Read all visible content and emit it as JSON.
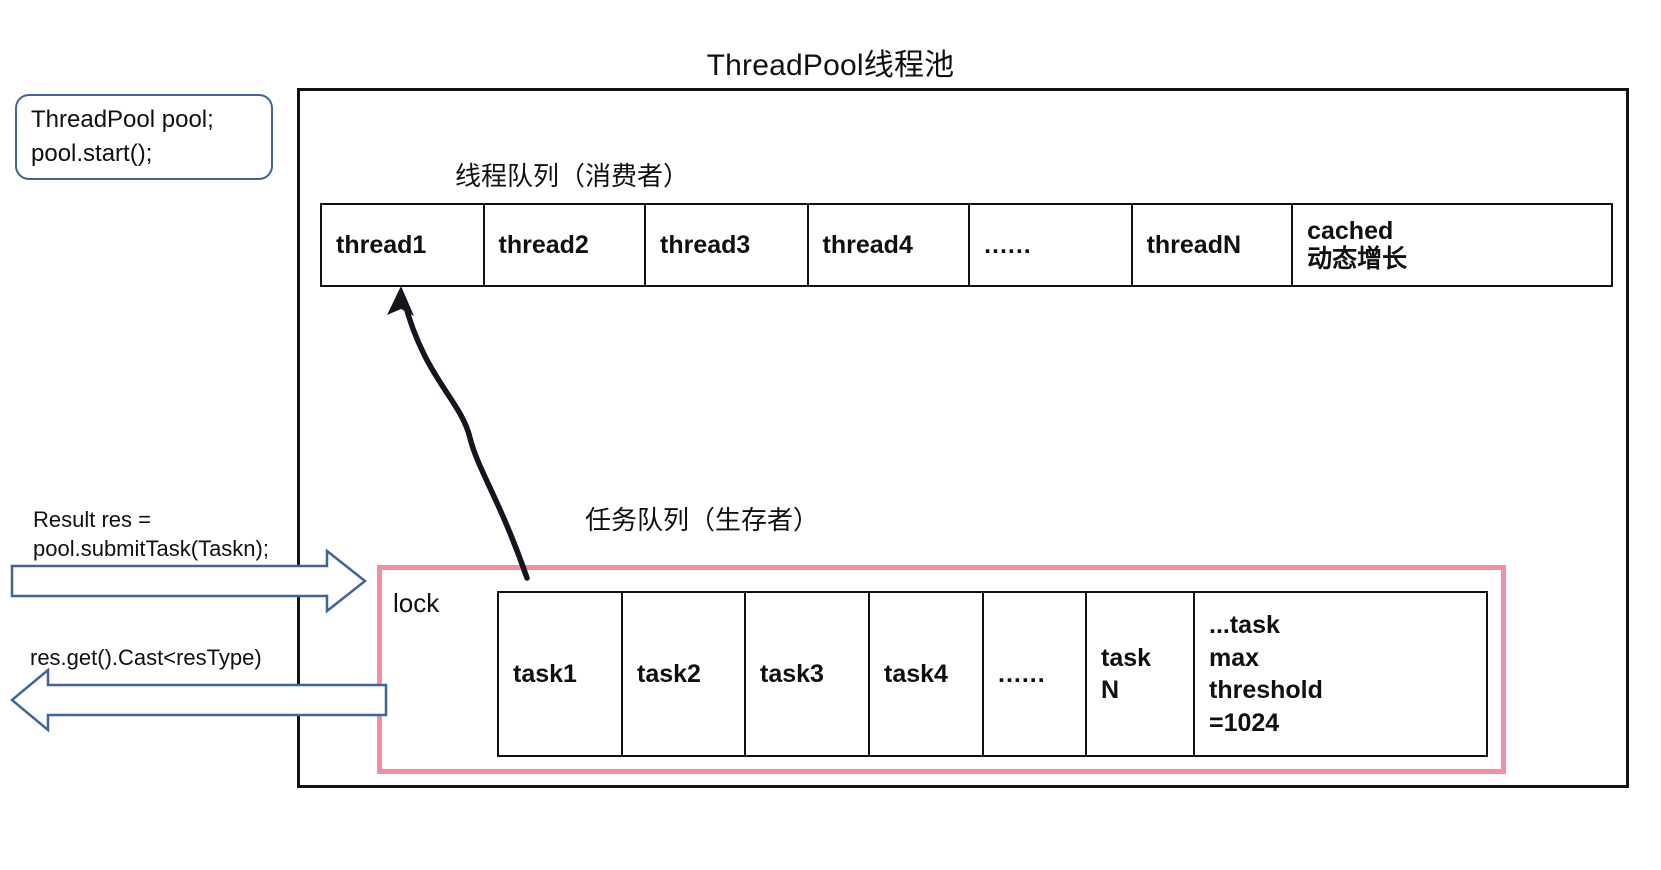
{
  "title": "ThreadPool线程池",
  "code_callout": {
    "text": "ThreadPool pool;\npool.start();",
    "border_color": "#41639b"
  },
  "thread_queue": {
    "label": "线程队列（消费者）",
    "cells": [
      "thread1",
      "thread2",
      "thread3",
      "thread4",
      "......",
      "threadN",
      "cached\n动态增长"
    ]
  },
  "task_queue": {
    "label": "任务队列（生存者）",
    "lock_label": "lock",
    "lock_border_color": "#f58ea2",
    "cells": [
      "task1",
      "task2",
      "task3",
      "task4",
      "......",
      "task\nN",
      "...task\nmax\nthreshold\n=1024"
    ]
  },
  "annotations": {
    "submit": "Result res =\npool.submitTask(Taskn);",
    "result": "res.get().Cast<resType)"
  },
  "arrows": {
    "submit_arrow_color": "#41639b",
    "return_arrow_color": "#41639b",
    "dispatch_arrow_color": "#15151f"
  }
}
